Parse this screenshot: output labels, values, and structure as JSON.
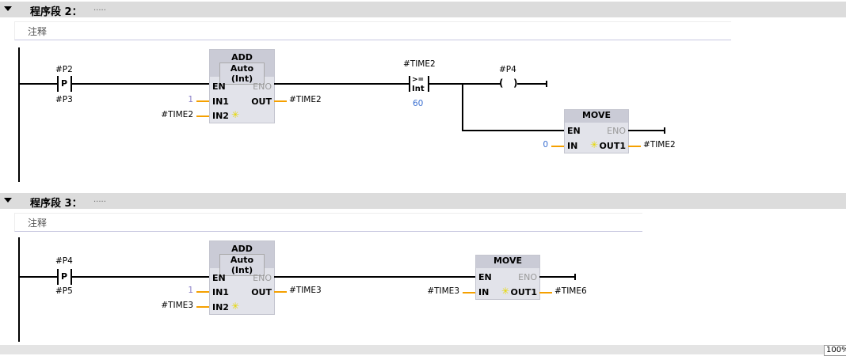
{
  "networks": [
    {
      "title": "程序段 2：",
      "dots": ".....",
      "comment": "注释",
      "contact": {
        "type": "P",
        "operand": "#P2",
        "edge_bit": "#P3"
      },
      "add": {
        "name": "ADD",
        "type": "Auto (Int)",
        "en": "EN",
        "eno": "ENO",
        "in1": "IN1",
        "in2": "IN2",
        "out": "OUT",
        "in1_val": "1",
        "in2_val": "#TIME2",
        "out_val": "#TIME2"
      },
      "compare": {
        "operand1": "#TIME2",
        "op": ">=",
        "type": "Int",
        "operand2": "60"
      },
      "coil": {
        "operand": "#P4",
        "symbol": "(   )"
      },
      "move": {
        "name": "MOVE",
        "en": "EN",
        "eno": "ENO",
        "in": "IN",
        "out": "OUT1",
        "in_val": "0",
        "out_val": "#TIME2"
      }
    },
    {
      "title": "程序段 3：",
      "dots": ".....",
      "comment": "注释",
      "contact": {
        "type": "P",
        "operand": "#P4",
        "edge_bit": "#P5"
      },
      "add": {
        "name": "ADD",
        "type": "Auto (Int)",
        "en": "EN",
        "eno": "ENO",
        "in1": "IN1",
        "in2": "IN2",
        "out": "OUT",
        "in1_val": "1",
        "in2_val": "#TIME3",
        "out_val": "#TIME3"
      },
      "move": {
        "name": "MOVE",
        "en": "EN",
        "eno": "ENO",
        "in": "IN",
        "out": "OUT1",
        "in_val": "#TIME3",
        "out_val": "#TIME6"
      }
    }
  ],
  "status": {
    "zoom": "100%"
  }
}
